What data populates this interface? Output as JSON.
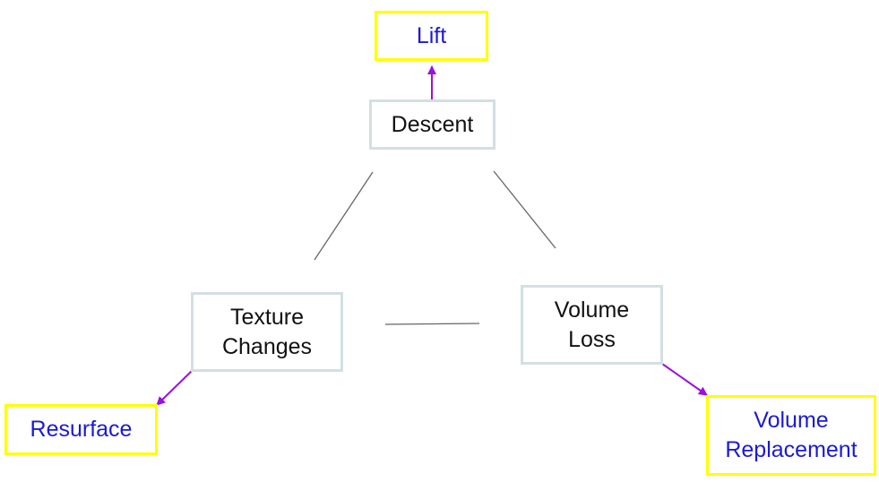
{
  "nodes": {
    "lift": "Lift",
    "descent": "Descent",
    "texture": "Texture\nChanges",
    "volume_loss": "Volume\nLoss",
    "resurface": "Resurface",
    "volume_replacement": "Volume\nReplacement"
  },
  "colors": {
    "problem_border": "#d3dfe3",
    "outcome_border": "#ffff00",
    "outcome_text": "#1a1ad6",
    "arrow": "#9a10e0",
    "connector": "#666666"
  }
}
